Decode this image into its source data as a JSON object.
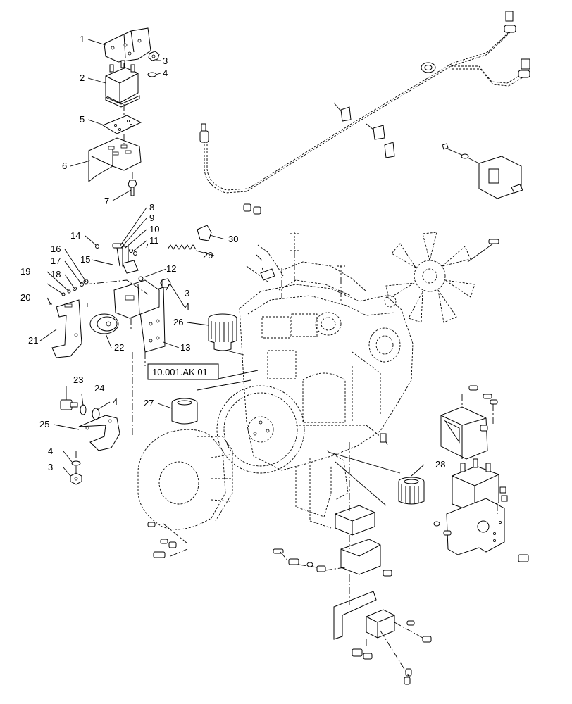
{
  "diagram": {
    "reference_label": "10.001.AK 01",
    "callouts": [
      "1",
      "2",
      "3",
      "4",
      "5",
      "6",
      "7",
      "8",
      "9",
      "10",
      "11",
      "12",
      "13",
      "14",
      "15",
      "16",
      "17",
      "18",
      "19",
      "20",
      "21",
      "22",
      "23",
      "24",
      "25",
      "26",
      "27",
      "28",
      "29",
      "30"
    ],
    "colors": {
      "line": "#000000",
      "background": "#ffffff"
    }
  }
}
